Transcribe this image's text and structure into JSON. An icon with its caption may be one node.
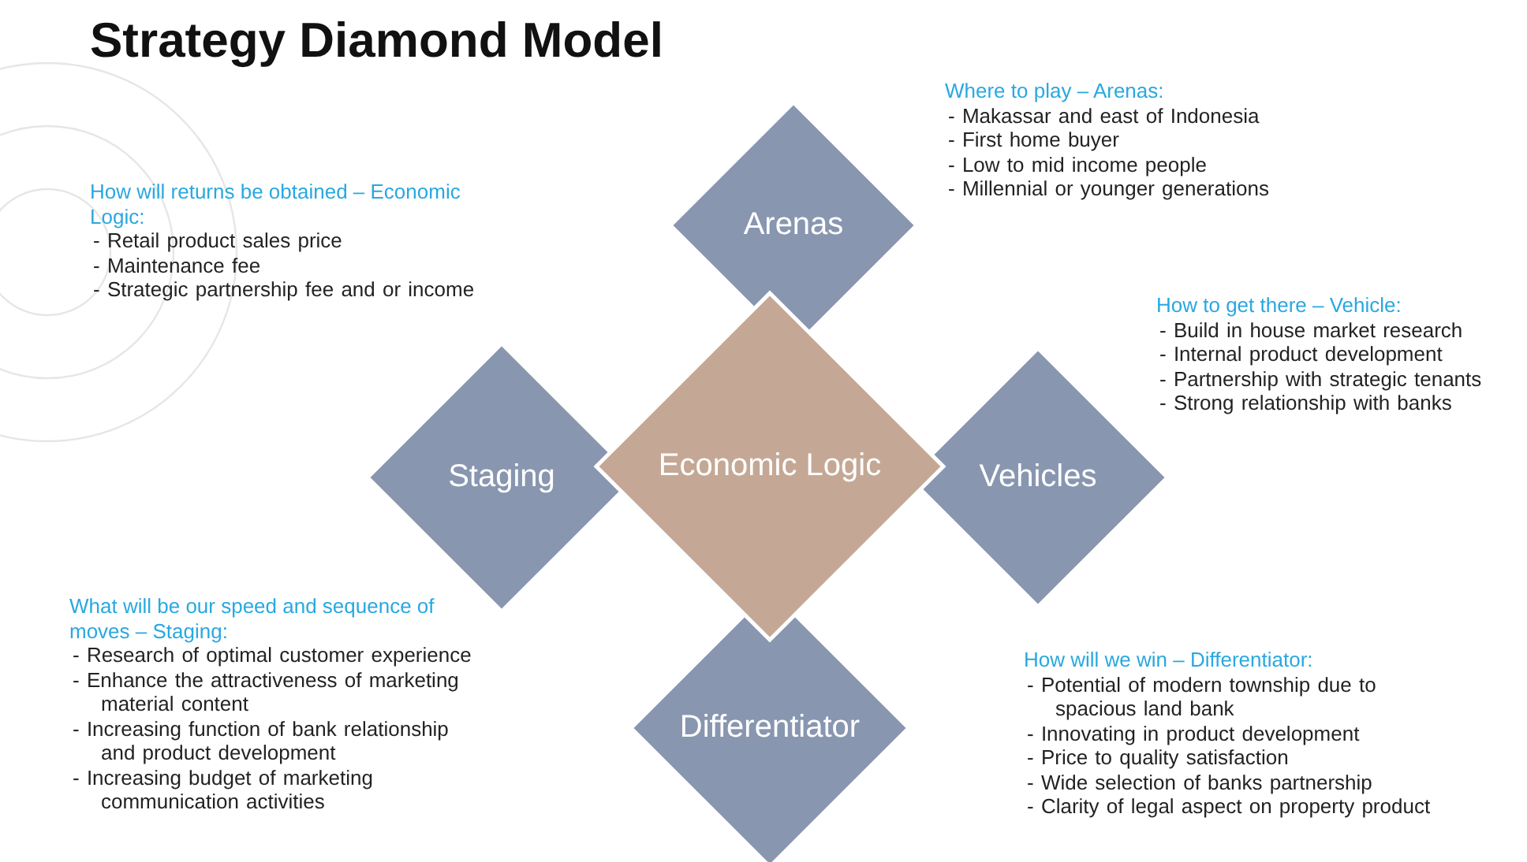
{
  "diagram": {
    "title": "Strategy Diamond Model",
    "nodes": [
      {
        "text": [
          "Arenas"
        ],
        "beside": [
          "Where to play – Arenas:",
          "- Makassar and east of Indonesia",
          "- First home buyer",
          "- Low to mid income people",
          "- Millennial or younger generations"
        ]
      },
      {
        "text": [
          "Staging"
        ],
        "beside": [
          "What will be our speed and sequence of moves – Staging:",
          "- Research of optimal customer experience",
          "- Enhance the attractiveness of marketing material content",
          "- Increasing function of bank relationship and product development",
          "- Increasing budget of marketing communication activities"
        ]
      },
      {
        "text": [
          "Economic Logic"
        ],
        "beside": [
          "How will returns be obtained – Economic Logic:",
          "- Retail product sales price",
          "- Maintenance fee",
          "- Strategic partnership fee and or income"
        ]
      },
      {
        "text": [
          "Vehicles"
        ],
        "beside": [
          "How to get there – Vehicle:",
          "- Build in house market research",
          "- Internal product development",
          "- Partnership with strategic tenants",
          "- Strong relationship with banks"
        ]
      },
      {
        "text": [
          "Differentiator"
        ],
        "beside": [
          "How will we win – Differentiator:",
          "- Potential of modern township due to spacious land bank",
          "- Innovating in product development",
          "- Price to quality satisfaction",
          "- Wide selection of banks partnership",
          "- Clarity of legal aspect on property product"
        ]
      }
    ]
  }
}
